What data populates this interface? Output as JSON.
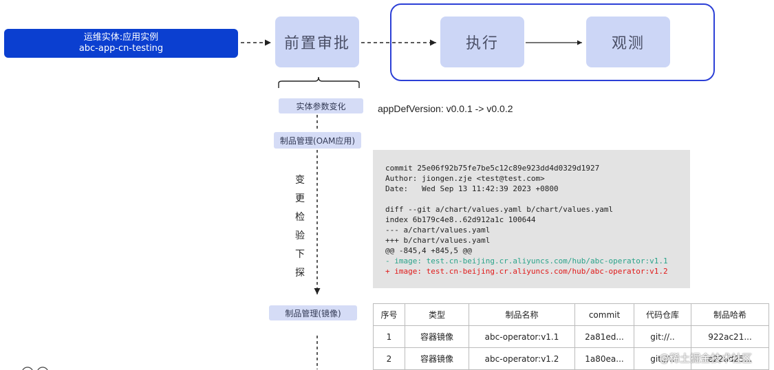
{
  "entity": {
    "line1": "运维实体:应用实例",
    "line2": "abc-app-cn-testing"
  },
  "stages": {
    "pre_approval": "前置审批",
    "execute": "执行",
    "observe": "观测"
  },
  "pills": {
    "entity_param_change": "实体参数变化",
    "artifact_oam": "制品管理(OAM应用)",
    "artifact_image": "制品管理(镜像)"
  },
  "version_change": "appDefVersion:  v0.0.1 -> v0.0.2",
  "vertical_label": [
    "变",
    "更",
    "检",
    "验",
    "下",
    "探"
  ],
  "diff": {
    "lines": [
      "commit 25e06f92b75fe7be5c12c89e923dd4d0329d1927",
      "Author: jiongen.zje <test@test.com>",
      "Date:   Wed Sep 13 11:42:39 2023 +0800",
      "",
      "diff --git a/chart/values.yaml b/chart/values.yaml",
      "index 6b179c4e8..62d912a1c 100644",
      "--- a/chart/values.yaml",
      "+++ b/chart/values.yaml",
      "@@ -845,4 +845,5 @@"
    ],
    "removed": "- image: test.cn-beijing.cr.aliyuncs.com/hub/abc-operator:v1.1",
    "added": "+ image: test.cn-beijing.cr.aliyuncs.com/hub/abc-operator:v1.2"
  },
  "table": {
    "headers": [
      "序号",
      "类型",
      "制品名称",
      "commit",
      "代码仓库",
      "制品哈希"
    ],
    "rows": [
      [
        "1",
        "容器镜像",
        "abc-operator:v1.1",
        "2a81ed...",
        "git://..",
        "922ac21..."
      ],
      [
        "2",
        "容器镜像",
        "abc-operator:v1.2",
        "1a80ea...",
        "git://..",
        "e22ad25..."
      ]
    ]
  },
  "watermark": "@稀土掘金技术社区",
  "colors": {
    "entity": "#0b3fd0",
    "stage": "#ccd6f6",
    "group_border": "#2b3fd6",
    "pill": "#d5dcf6",
    "diff_bg": "#e3e3e3",
    "removed": "#2aa38a",
    "added": "#e01818"
  }
}
